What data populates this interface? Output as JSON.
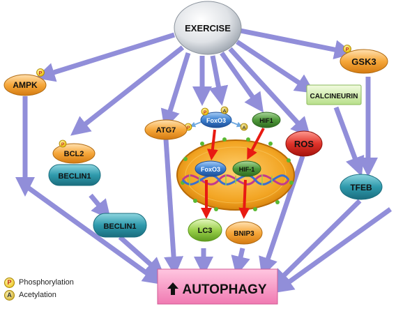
{
  "nodes": {
    "exercise": "EXERCISE",
    "ampk": "AMPK",
    "gsk3": "GSK3",
    "calcineurin": "CALCINEURIN",
    "foxo3_top": "FoxO3",
    "hif1_top": "HIF1",
    "bcl2": "BCL2",
    "beclin1_top": "BECLIN1",
    "beclin1_bottom": "BECLIN1",
    "atg7": "ATG7",
    "foxo3_nucleus": "FoxO3",
    "hif1_nucleus": "HIF-1",
    "ros": "ROS",
    "tfeb": "TFEB",
    "lc3": "LC3",
    "bnip3": "BNIP3",
    "autophagy": "AUTOPHAGY"
  },
  "symbols": {
    "phosphorylation": "P",
    "acetylation": "A"
  },
  "legend": {
    "phosphorylation": "Phosphorylation",
    "acetylation": "Acetylation"
  },
  "colors": {
    "arrow": "#8c88d8",
    "red_arrow": "#e81a12",
    "autophagy_box": "#f58cc0",
    "nucleus": "#f0a020"
  }
}
